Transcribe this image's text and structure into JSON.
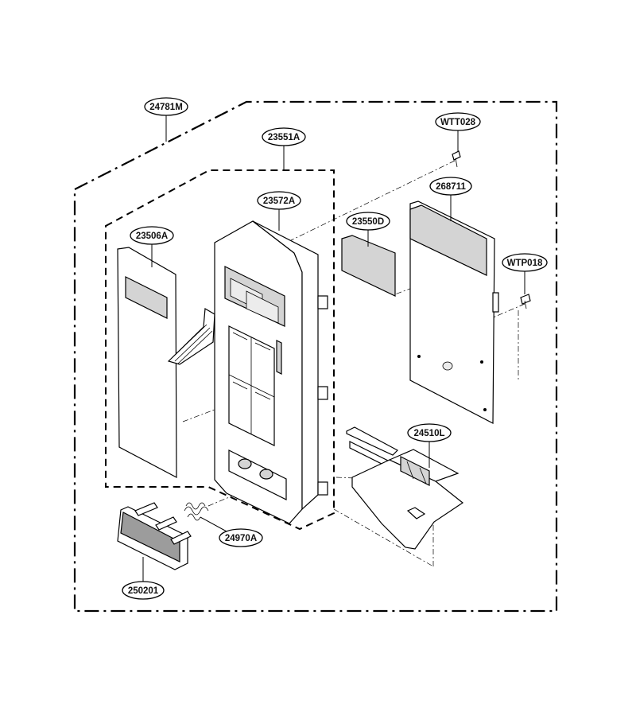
{
  "parts": {
    "p24781M": "24781M",
    "p23551A": "23551A",
    "p23572A": "23572A",
    "p23506A": "23506A",
    "p23550D": "23550D",
    "p268711": "268711",
    "pWTT028": "WTT028",
    "pWTP018": "WTP018",
    "p24510L": "24510L",
    "p24970A": "24970A",
    "p250201": "250201"
  }
}
